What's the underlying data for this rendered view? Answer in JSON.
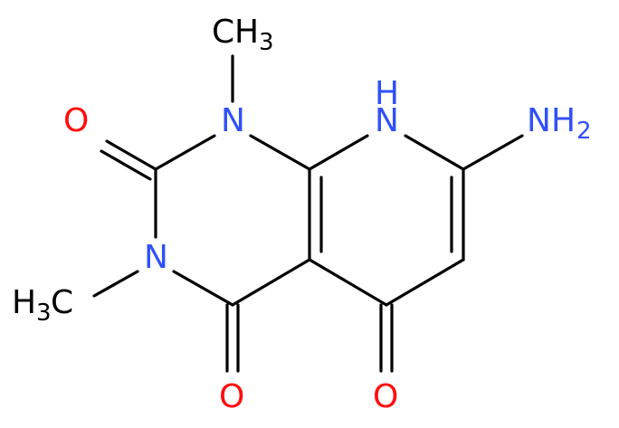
{
  "colors": {
    "carbon_bond": "#000000",
    "nitrogen": "#3050f8",
    "oxygen": "#ff0d0d"
  },
  "atoms": {
    "n1": "N",
    "n3": "N",
    "n8_h": "H",
    "n8_n": "N",
    "nh2_n": "N",
    "nh2_h": "H",
    "nh2_sub": "2",
    "o2": "O",
    "o4": "O",
    "o5": "O",
    "me1_c": "C",
    "me1_h": "H",
    "me1_sub": "3",
    "me3_h": "H",
    "me3_sub": "3",
    "me3_c": "C"
  }
}
